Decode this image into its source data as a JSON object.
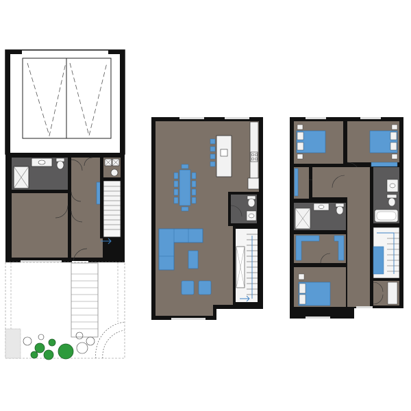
{
  "colors": {
    "background": "#ffffff",
    "floor": "#7d7268",
    "floor_dark": "#6f655b",
    "tile": "#5b5a5b",
    "wall": "#111111",
    "furniture": "#5a9bd4",
    "furniture_outline": "#2f6fa8",
    "fixture": "#f2f2f2",
    "shrub": "#2e9a3c",
    "shrub_outline": "#1f5e27",
    "paving_line": "#9a9a9a"
  },
  "plans": [
    {
      "id": "ground-floor",
      "contents": [
        "garage",
        "bedroom",
        "bathroom",
        "laundry",
        "stair",
        "entry",
        "front-yard",
        "walkway",
        "landscaping"
      ]
    },
    {
      "id": "main-floor",
      "contents": [
        "kitchen-island",
        "dining-table",
        "sectional-sofa",
        "ottoman",
        "lounge-chairs",
        "powder-room",
        "stair"
      ]
    },
    {
      "id": "upper-floor",
      "contents": [
        "primary-bedroom",
        "bedroom-2",
        "bedroom-3",
        "bathroom",
        "ensuite",
        "closets",
        "stair"
      ]
    }
  ]
}
